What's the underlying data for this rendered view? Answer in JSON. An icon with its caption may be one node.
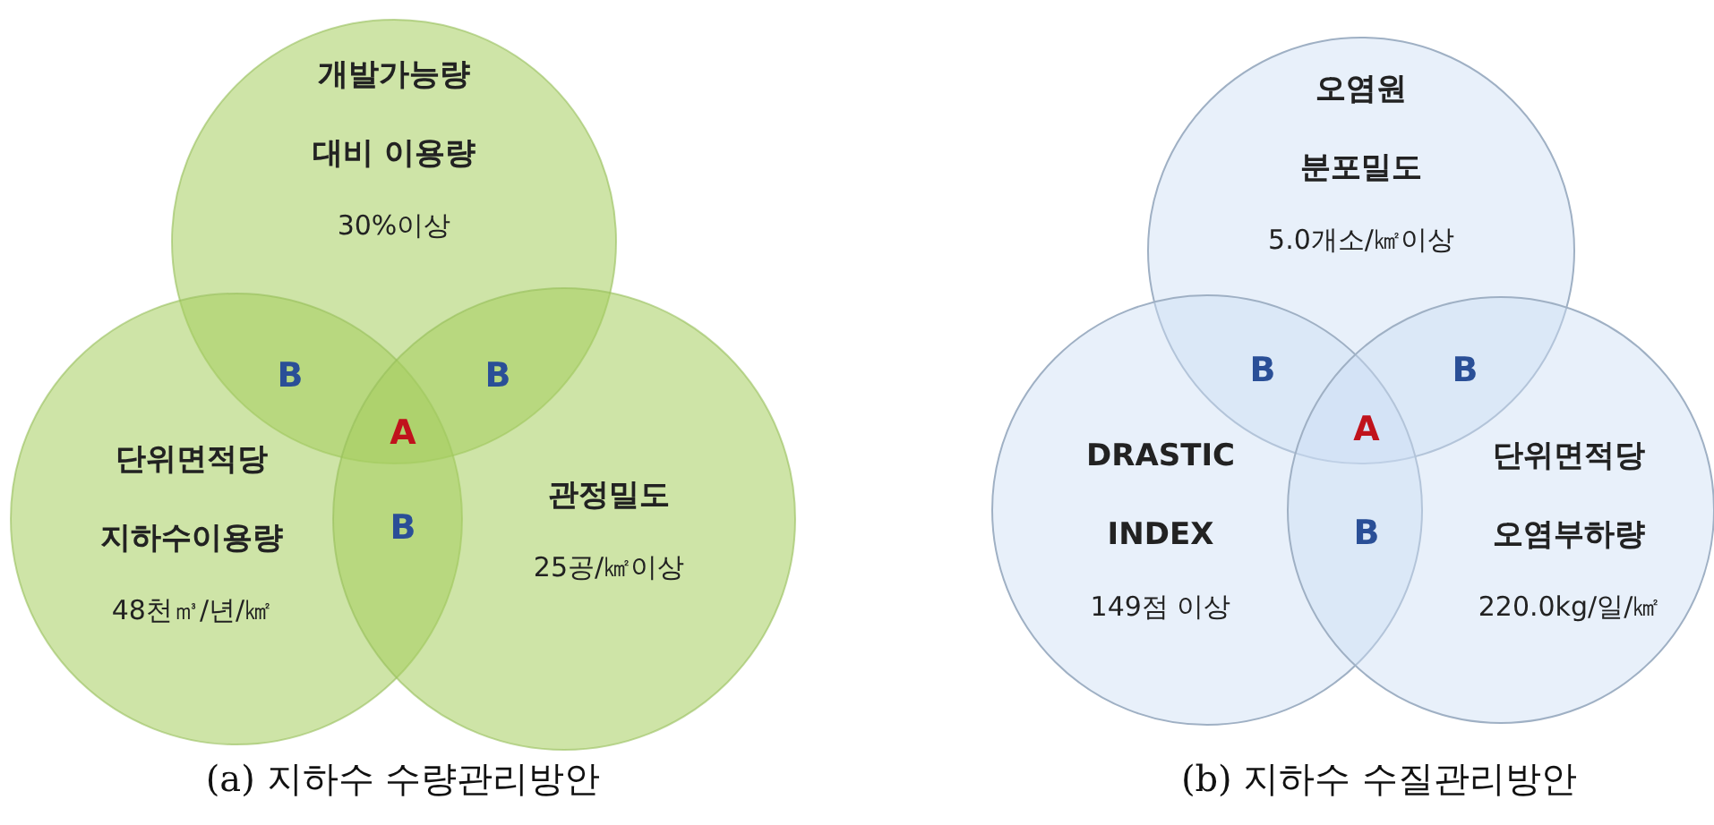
{
  "diagram": {
    "nodes": [
      {
        "text": [
          "개발가능량 대비 이용량",
          "30%이상"
        ]
      },
      {
        "text": [
          "단위면적당 지하수이용량",
          "48천㎥/년/㎢"
        ]
      },
      {
        "text": [
          "관정밀도",
          "25공/㎢이상"
        ]
      },
      {
        "text": [
          "오염원 분포밀도",
          "5.0개소/㎢이상"
        ]
      },
      {
        "text": [
          "DRASTIC INDEX",
          "149점 이상"
        ]
      },
      {
        "text": [
          "단위면적당 오염부하량",
          "220.0kg/일/㎢"
        ]
      }
    ],
    "labels": [
      "B",
      "B",
      "A",
      "B",
      "B",
      "B",
      "A",
      "B",
      "(a) 지하수 수량관리방안",
      "(b) 지하수 수질관리방안"
    ]
  }
}
